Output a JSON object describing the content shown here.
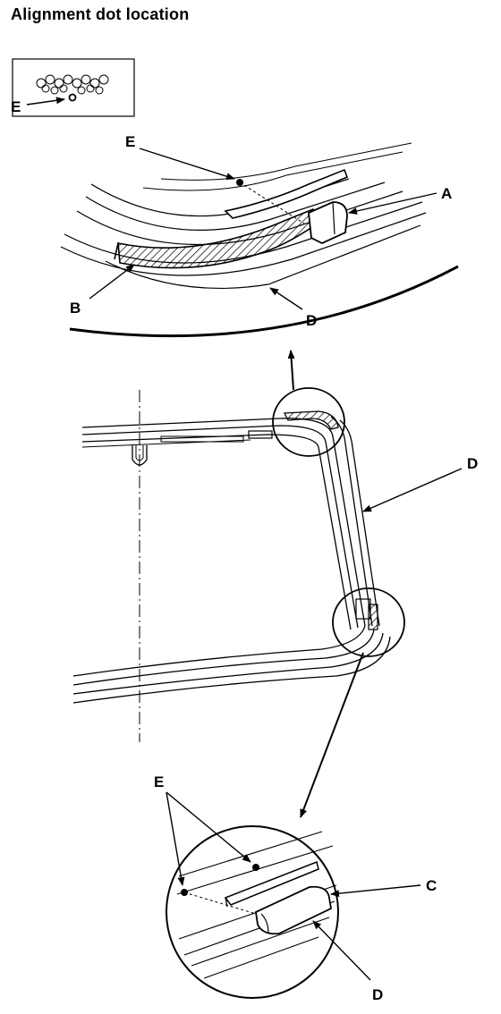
{
  "title": "Alignment dot location",
  "labels": {
    "a": "A",
    "b": "B",
    "c": "C",
    "d": "D",
    "e": "E"
  },
  "colors": {
    "ink": "#000000",
    "hatch": "#000000",
    "background": "#ffffff"
  }
}
